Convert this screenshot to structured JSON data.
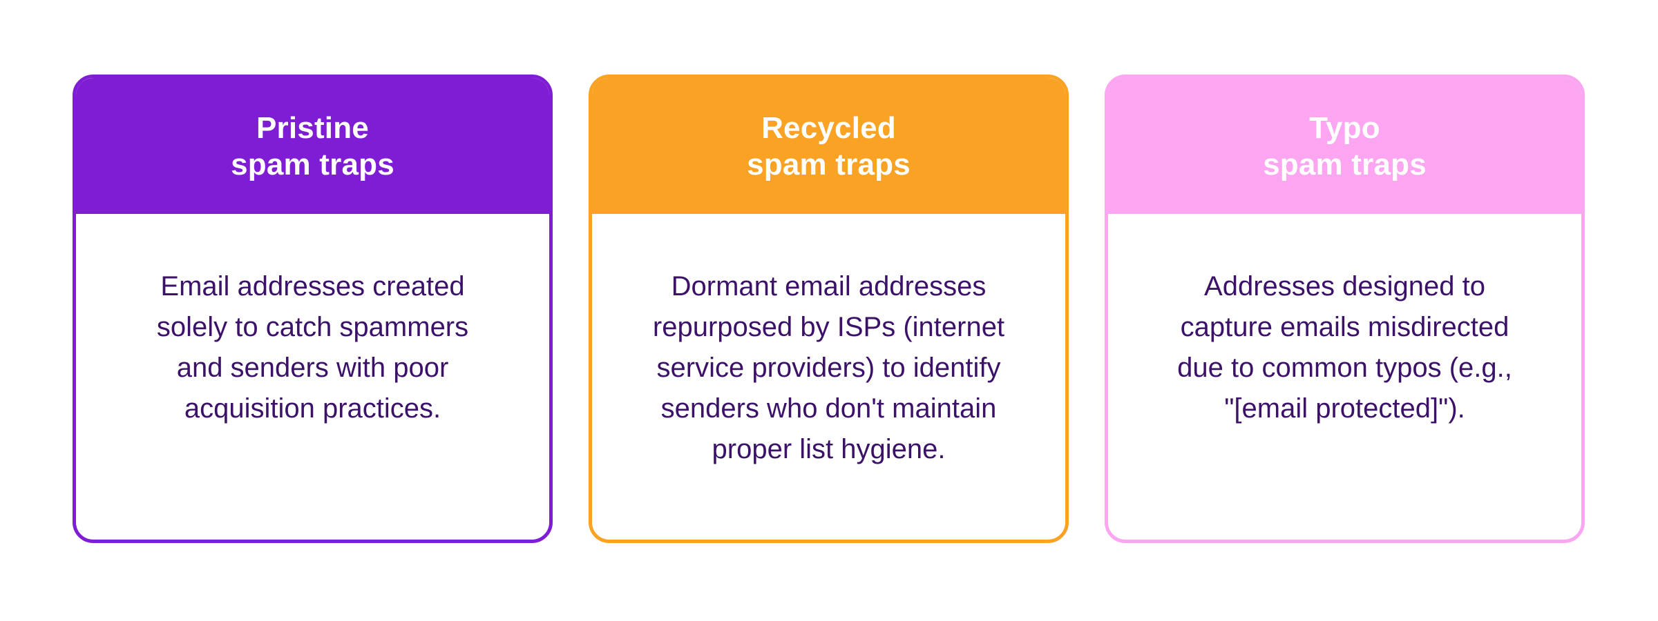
{
  "page": {
    "background": "#ffffff"
  },
  "cards": [
    {
      "key": "pristine",
      "title": "Pristine\nspam traps",
      "body": "Email addresses created\nsolely to catch spammers\nand senders with poor\nacquisition practices.",
      "accent": "#7E1DD4",
      "title_color": "#ffffff",
      "body_color": "#3B1268"
    },
    {
      "key": "recycled",
      "title": "Recycled\nspam traps",
      "body": "Dormant email addresses\nrepurposed by ISPs (internet\nservice providers) to identify\nsenders who don't maintain\nproper list hygiene.",
      "accent": "#FAA224",
      "title_color": "#ffffff",
      "body_color": "#3B1268"
    },
    {
      "key": "typo",
      "title": "Typo\nspam traps",
      "body": "Addresses designed to\ncapture emails misdirected\ndue to common typos (e.g.,\n\"[email protected]\").",
      "accent": "#FCA5F1",
      "title_color": "#ffffff",
      "body_color": "#3B1268"
    }
  ]
}
